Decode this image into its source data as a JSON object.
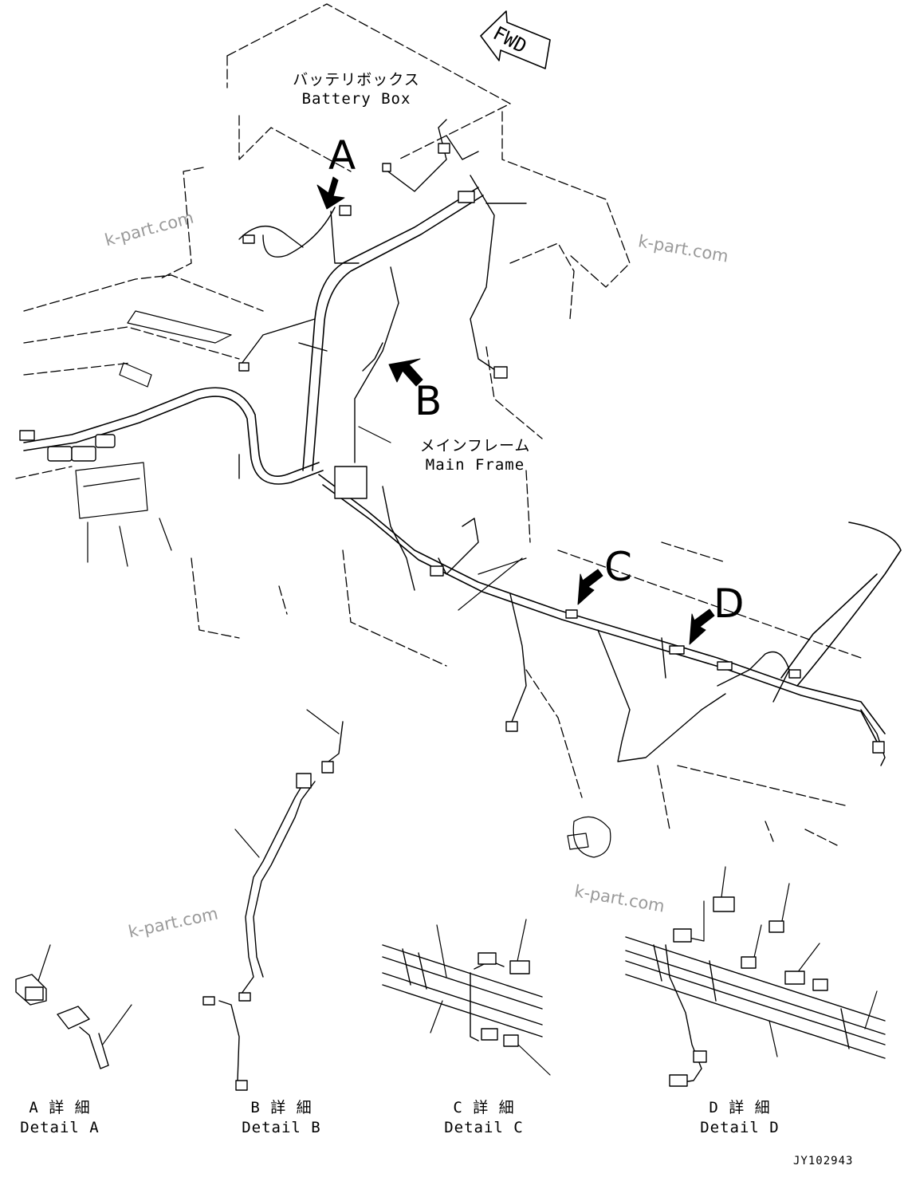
{
  "labels": {
    "fwd": "FWD",
    "battery_box_jp": "バッテリボックス",
    "battery_box_en": "Battery Box",
    "main_frame_jp": "メインフレーム",
    "main_frame_en": "Main Frame",
    "marker_a": "A",
    "marker_b": "B",
    "marker_c": "C",
    "marker_d": "D"
  },
  "details": [
    {
      "jp": "A 詳 細",
      "en": "Detail A"
    },
    {
      "jp": "B 詳 細",
      "en": "Detail B"
    },
    {
      "jp": "C 詳 細",
      "en": "Detail C"
    },
    {
      "jp": "D 詳 細",
      "en": "Detail D"
    }
  ],
  "watermark": "k-part.com",
  "drawing_code": "JY102943",
  "colors": {
    "ink": "#000000",
    "watermark": "#9a9a9a",
    "background": "#ffffff"
  },
  "icons": [
    "fwd-arrow-icon",
    "pointer-arrow-icon"
  ]
}
